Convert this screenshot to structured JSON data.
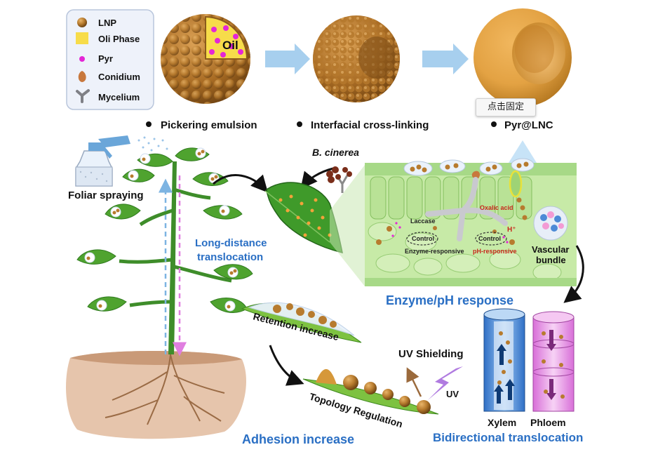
{
  "legend": {
    "items": [
      {
        "label": "LNP",
        "icon": "lnp-sphere-icon"
      },
      {
        "label": "Oli Phase",
        "icon": "oil-square-icon"
      },
      {
        "label": "Pyr",
        "icon": "pyr-dot-icon"
      },
      {
        "label": "Conidium",
        "icon": "conidium-icon"
      },
      {
        "label": "Mycelium",
        "icon": "mycelium-icon"
      }
    ]
  },
  "steps": {
    "pickering": "Pickering emulsion",
    "crosslink": "Interfacial cross-linking",
    "product": "Pyr@LNC",
    "oil_label": "Oil"
  },
  "tooltip": "点击固定",
  "plant": {
    "foliar_spraying": "Foliar spraying",
    "long_distance_1": "Long-distance",
    "long_distance_2": "translocation",
    "pathogen": "B. cinerea"
  },
  "leaf_section": {
    "laccase": "Laccase",
    "oxalic_acid": "Oxalic acid",
    "control_left": "Control",
    "control_right": "Control",
    "enzyme_responsive": "Enzyme-responsive",
    "ph_responsive": "pH-responsive",
    "h_plus": "H⁺",
    "vascular_1": "Vascular",
    "vascular_2": "bundle",
    "caption": "Enzyme/pH response"
  },
  "adhesion": {
    "retention": "Retention increase",
    "topology": "Topology Regulation",
    "uv_shielding": "UV Shielding",
    "uv": "UV",
    "caption": "Adhesion increase"
  },
  "vessels": {
    "xylem": "Xylem",
    "phloem": "Phloem",
    "caption": "Bidirectional translocation"
  },
  "colors": {
    "lnp": "#b77b2e",
    "oil": "#f7dc4a",
    "pyr": "#e426d6",
    "leaf": "#3f9a2a",
    "caption_blue": "#2a6fc4",
    "arrow_blue": "#9cc8ea",
    "soil": "#d9b89e"
  }
}
